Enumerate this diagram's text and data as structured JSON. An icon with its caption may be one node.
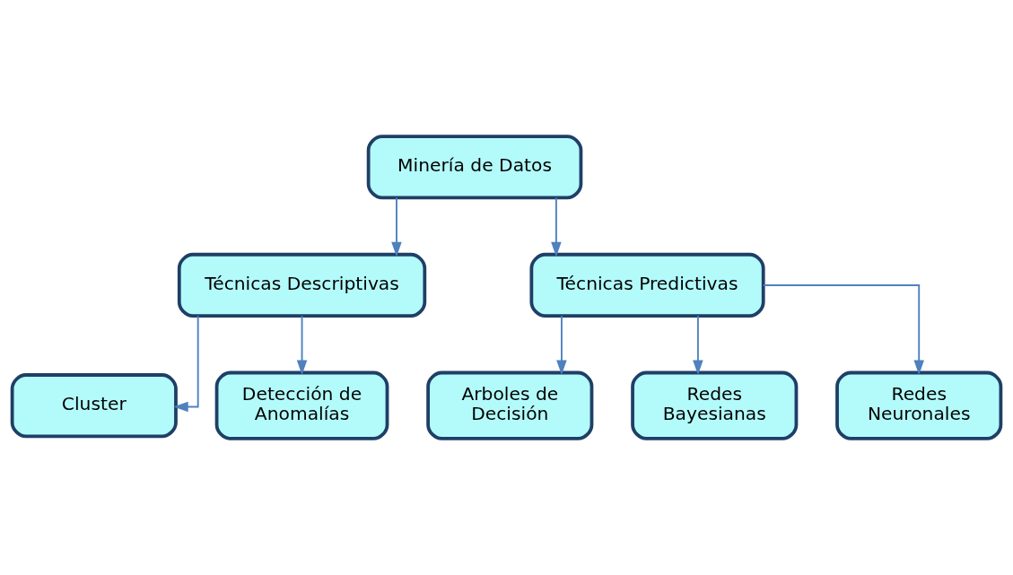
{
  "diagram": {
    "nodes": [
      {
        "text": [
          "Minería de Datos"
        ]
      },
      {
        "text": [
          "Técnicas Descriptivas"
        ]
      },
      {
        "text": [
          "Técnicas Predictivas"
        ]
      },
      {
        "text": [
          "Cluster"
        ]
      },
      {
        "text": [
          "Detección de Anomalías"
        ]
      },
      {
        "text": [
          "Arboles de Decisión"
        ]
      },
      {
        "text": [
          "Redes Bayesianas"
        ]
      },
      {
        "text": [
          "Redes Neuronales"
        ]
      }
    ],
    "edges": [
      {
        "from": 0,
        "to": 1,
        "arrow": "to"
      },
      {
        "from": 0,
        "to": 2,
        "arrow": "to"
      },
      {
        "from": 1,
        "to": 3,
        "arrow": "to"
      },
      {
        "from": 1,
        "to": 4,
        "arrow": "to"
      },
      {
        "from": 2,
        "to": 5,
        "arrow": "to"
      },
      {
        "from": 2,
        "to": 6,
        "arrow": "to"
      },
      {
        "from": 2,
        "to": 7,
        "arrow": "to"
      }
    ]
  }
}
